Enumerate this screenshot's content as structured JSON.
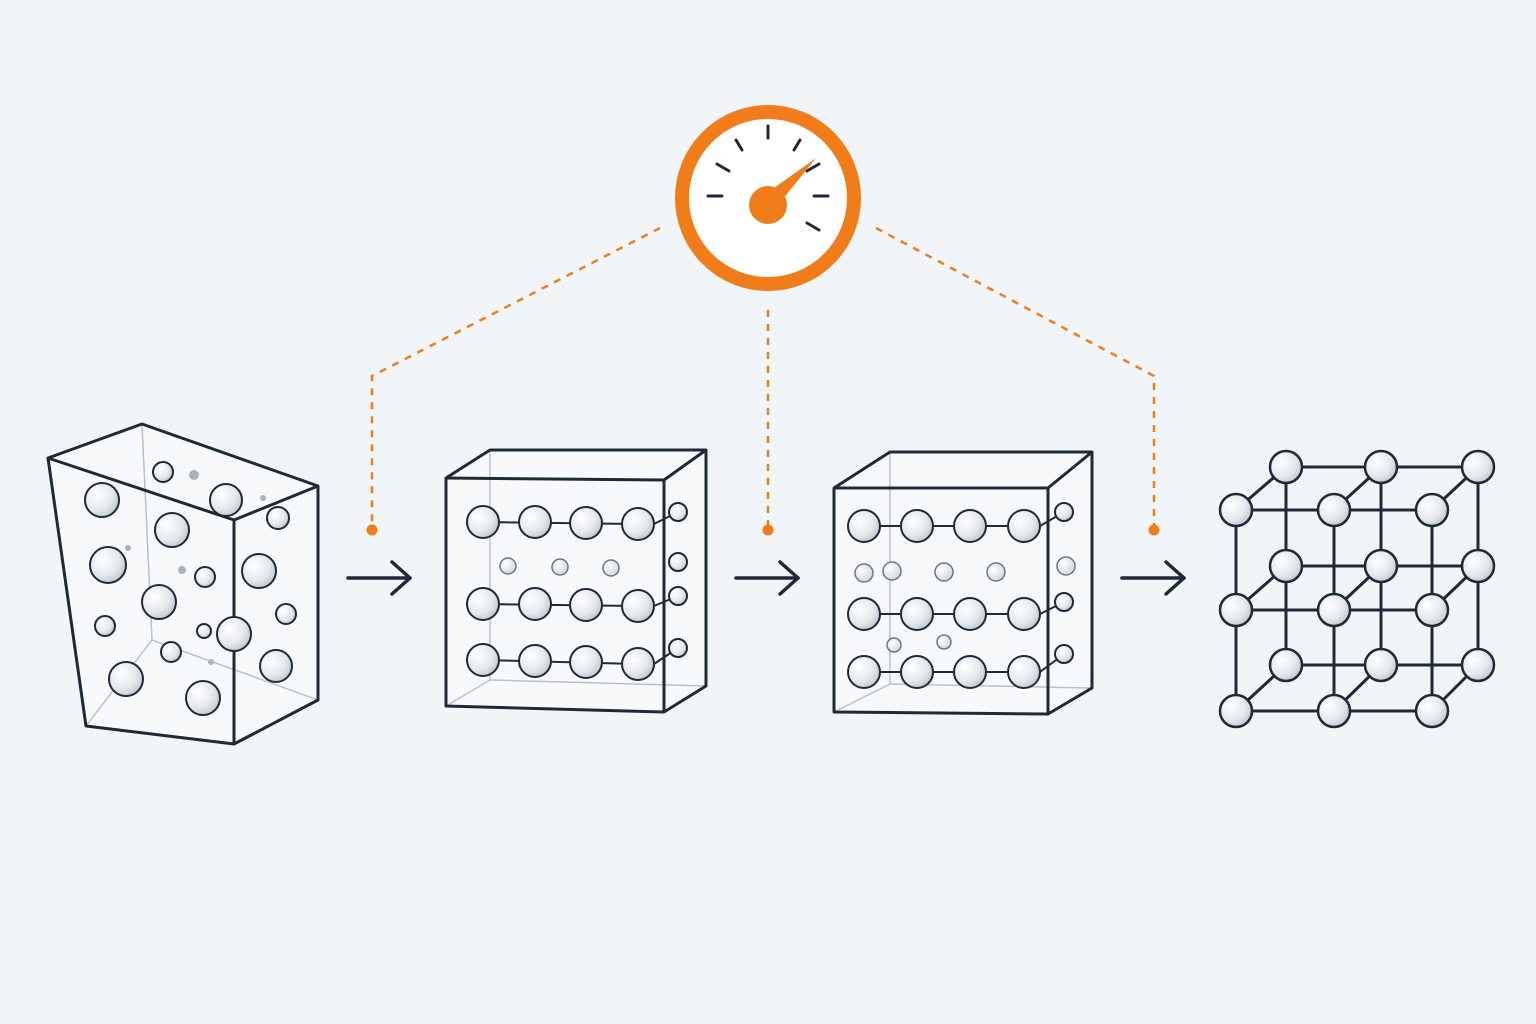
{
  "diagram": {
    "kind": "process-sequence",
    "stages": [
      {
        "name": "amorphous-solid",
        "icon": "disordered-cube-icon"
      },
      {
        "name": "partially-ordered-solid",
        "icon": "layered-cube-icon"
      },
      {
        "name": "ordered-solid-with-defects",
        "icon": "defect-cube-icon"
      },
      {
        "name": "crystal-lattice",
        "icon": "cubic-lattice-icon"
      }
    ],
    "control_icon": "pressure-gauge-icon",
    "colors": {
      "background": "#f2f5f8",
      "outline": "#1e2a38",
      "accent": "#f07d1a",
      "atom_fill": "#e6eaee",
      "atom_stroke": "#1e2a38"
    }
  }
}
